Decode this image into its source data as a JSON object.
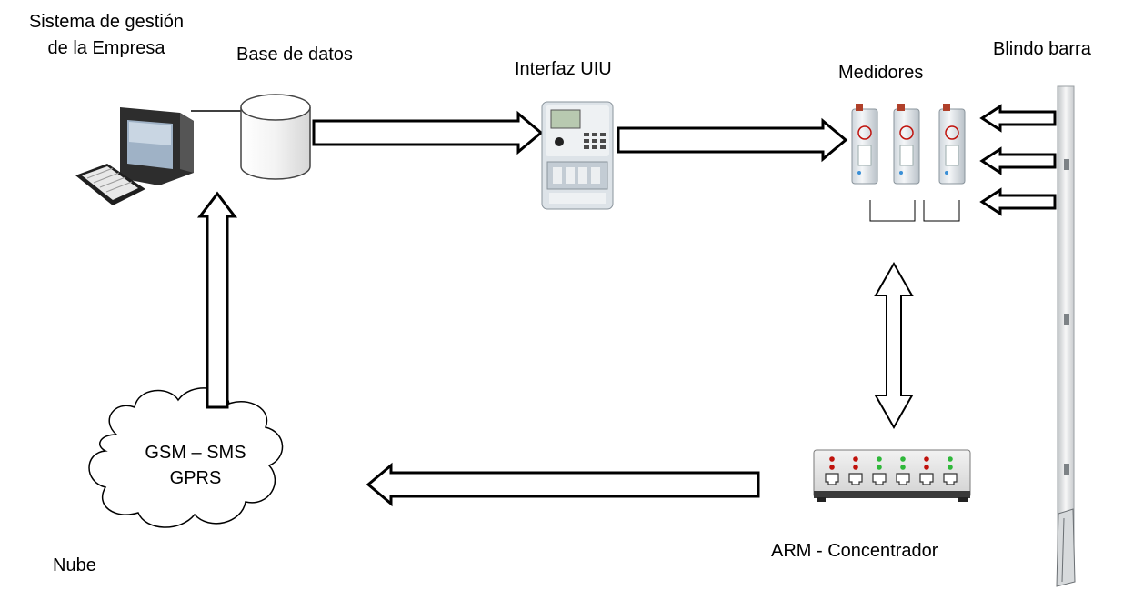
{
  "labels": {
    "system_line1": "Sistema de gestión",
    "system_line2": "de la Empresa",
    "database": "Base de datos",
    "interface": "Interfaz UIU",
    "meters": "Medidores",
    "busbar": "Blindo barra",
    "cloud_line1": "GSM – SMS",
    "cloud_line2": "GPRS",
    "cloud_caption": "Nube",
    "concentrator": "ARM - Concentrador"
  },
  "icons": {
    "computer": "desktop-computer-icon",
    "database": "database-cylinder-icon",
    "interface": "uiu-meter-device-icon",
    "meters": "din-rail-meter-icon",
    "concentrator": "network-switch-icon",
    "busbar": "busbar-rail-icon",
    "cloud": "cloud-icon"
  },
  "colors": {
    "line": "#000000",
    "led_red": "#c0120c",
    "led_green": "#2fb83a",
    "device_body": "#e9ecef"
  }
}
